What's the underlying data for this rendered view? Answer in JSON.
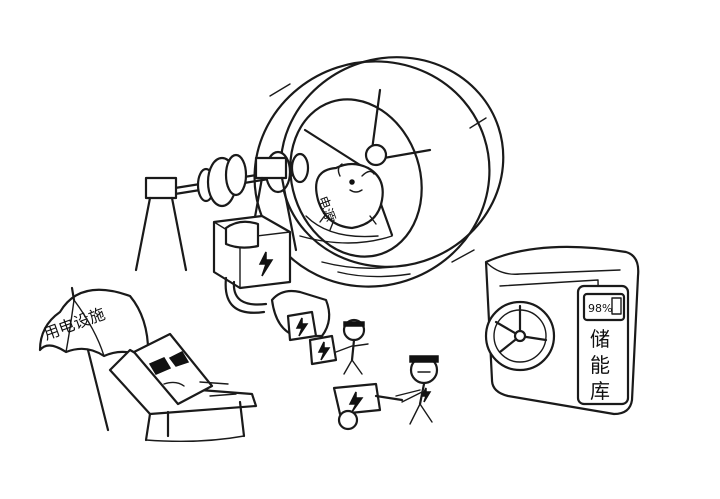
{
  "labels": {
    "umbrella": "用电设施",
    "power_source": "电源",
    "battery_level": "98%",
    "storage_vault": "储能库"
  },
  "icons": [
    "umbrella-icon",
    "sunglasses-icon",
    "lightning-bolt-icon",
    "battery-icon",
    "hamster-wheel-icon",
    "vault-dial-icon"
  ],
  "colors": {
    "ink": "#1a1a1a",
    "paper": "#ffffff"
  }
}
